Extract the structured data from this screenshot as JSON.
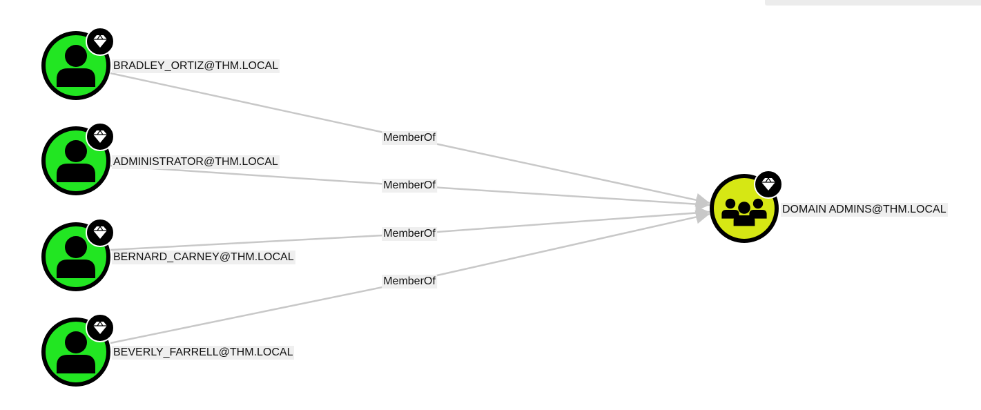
{
  "graph": {
    "edge_label": "MemberOf",
    "colors": {
      "user_fill": "#22e622",
      "group_fill": "#d6e714",
      "node_stroke": "#000000",
      "edge": "#c8c8c8",
      "label_bg": "#efefef",
      "badge": "#000000"
    },
    "nodes": [
      {
        "id": "u1",
        "type": "user",
        "icon": "user-icon",
        "badge_icon": "diamond-icon",
        "label": "BRADLEY_ORTIZ@THM.LOCAL"
      },
      {
        "id": "u2",
        "type": "user",
        "icon": "user-icon",
        "badge_icon": "diamond-icon",
        "label": "ADMINISTRATOR@THM.LOCAL"
      },
      {
        "id": "u3",
        "type": "user",
        "icon": "user-icon",
        "badge_icon": "diamond-icon",
        "label": "BERNARD_CARNEY@THM.LOCAL"
      },
      {
        "id": "u4",
        "type": "user",
        "icon": "user-icon",
        "badge_icon": "diamond-icon",
        "label": "BEVERLY_FARRELL@THM.LOCAL"
      },
      {
        "id": "g1",
        "type": "group",
        "icon": "group-icon",
        "badge_icon": "diamond-icon",
        "label": "DOMAIN ADMINS@THM.LOCAL"
      }
    ],
    "edges": [
      {
        "from": "u1",
        "to": "g1",
        "label": "MemberOf"
      },
      {
        "from": "u2",
        "to": "g1",
        "label": "MemberOf"
      },
      {
        "from": "u3",
        "to": "g1",
        "label": "MemberOf"
      },
      {
        "from": "u4",
        "to": "g1",
        "label": "MemberOf"
      }
    ]
  }
}
